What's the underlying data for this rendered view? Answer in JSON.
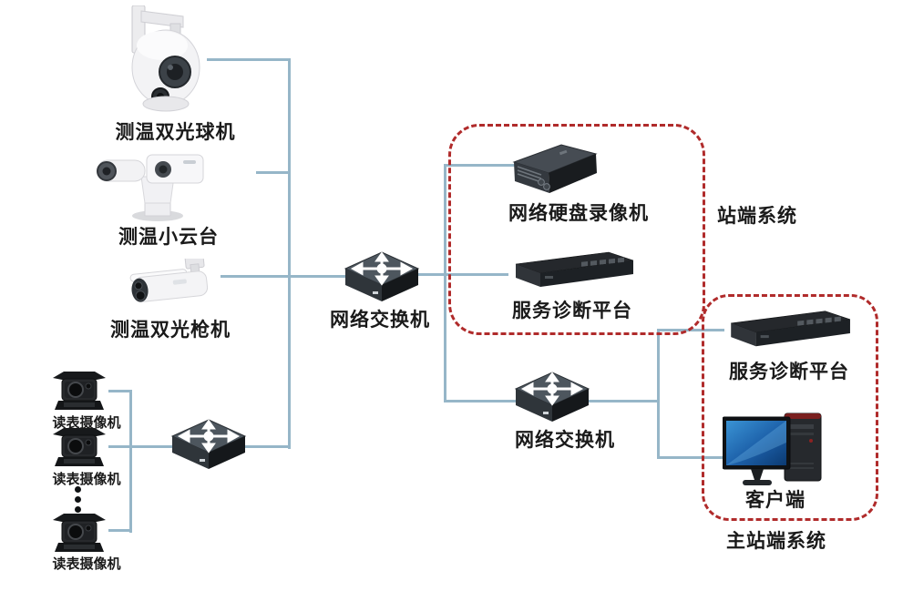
{
  "diagram_type": "network-topology",
  "colors": {
    "background": "#ffffff",
    "connector_line": "#96b6c8",
    "group_border_dashed_red": "#b02b2b",
    "label_text": "#1a1a1a",
    "device_dark": "#26292d",
    "client_screen_blue": "#1c5fa8"
  },
  "devices": {
    "ball_camera": {
      "label": "测温双光球机",
      "icon": "dome-ptz-camera"
    },
    "pan_tilt_camera": {
      "label": "测温小云台",
      "icon": "ptz-dual-lens-camera"
    },
    "bullet_camera": {
      "label": "测温双光枪机",
      "icon": "bullet-camera"
    },
    "meter_camera_1": {
      "label": "读表摄像机",
      "icon": "box-camera"
    },
    "meter_camera_2": {
      "label": "读表摄像机",
      "icon": "box-camera"
    },
    "meter_camera_3": {
      "label": "读表摄像机",
      "icon": "box-camera"
    },
    "meter_switch": {
      "label": "",
      "icon": "network-switch"
    },
    "front_switch": {
      "label": "网络交换机",
      "icon": "network-switch"
    },
    "lower_switch": {
      "label": "网络交换机",
      "icon": "network-switch"
    },
    "nvr": {
      "label": "网络硬盘录像机",
      "icon": "nvr-recorder"
    },
    "station_diag_platform": {
      "label": "服务诊断平台",
      "icon": "rack-server"
    },
    "master_diag_platform": {
      "label": "服务诊断平台",
      "icon": "rack-server"
    },
    "client": {
      "label": "客户端",
      "icon": "desktop-computer"
    }
  },
  "groups": {
    "station_system": {
      "label": "站端系统"
    },
    "master_station_system": {
      "label": "主站端系统"
    }
  }
}
